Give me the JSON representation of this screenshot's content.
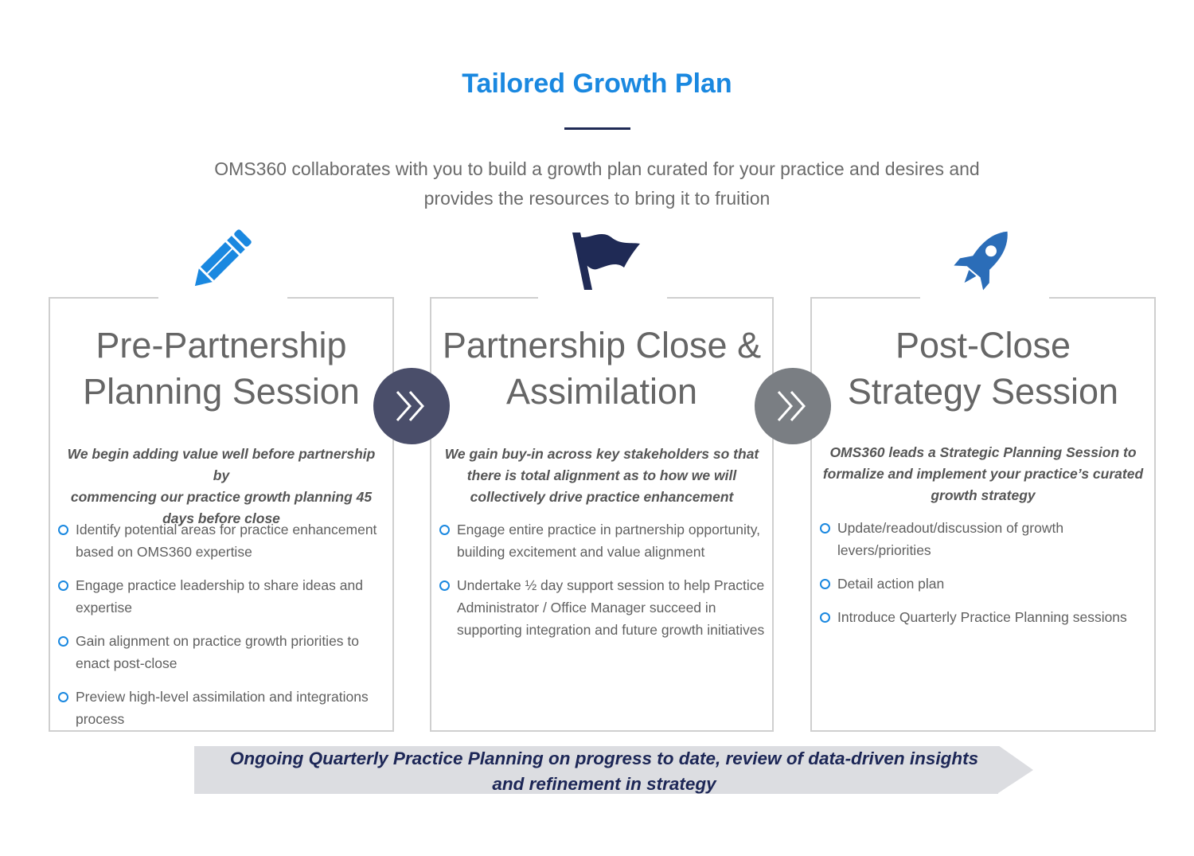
{
  "title": "Tailored Growth Plan",
  "intro": "OMS360 collaborates with you to build a growth plan curated for your practice and desires and provides the resources to bring it to fruition",
  "colors": {
    "title_blue": "#1a88e0",
    "navy": "#1f2a55",
    "rocket_blue": "#2b6db8",
    "arrow_dark": "#4a4e6a",
    "arrow_gray": "#7a7e83",
    "banner_gray": "#dcdde1"
  },
  "icons": [
    "pencil-icon",
    "flag-icon",
    "rocket-icon",
    "double-chevron-right-icon"
  ],
  "cards": [
    {
      "title_line1": "Pre-Partnership",
      "title_line2": "Planning Session",
      "lead_line1": "We begin adding value well before partnership by",
      "lead_line2": "commencing our practice growth planning 45",
      "lead_line3": "days before close",
      "bullets": [
        "Identify potential areas for practice enhancement based on OMS360 expertise",
        "Engage practice leadership to share ideas and expertise",
        "Gain alignment on practice growth priorities to enact post-close",
        "Preview high-level assimilation and integrations process"
      ]
    },
    {
      "title_line1": "Partnership Close &",
      "title_line2": "Assimilation",
      "lead_line1": "We gain buy-in across key stakeholders so that",
      "lead_line2": "there is total alignment as to how we will",
      "lead_line3": "collectively drive practice enhancement",
      "bullets": [
        "Engage entire practice in partnership opportunity, building excitement and value alignment",
        "Undertake ½ day support session to help Practice Administrator / Office Manager succeed in supporting integration and future growth initiatives"
      ]
    },
    {
      "title_line1": "Post-Close",
      "title_line2": "Strategy Session",
      "lead_line1": "OMS360 leads a Strategic Planning Session to",
      "lead_line2": "formalize and implement your practice’s curated",
      "lead_line3": "growth strategy",
      "bullets": [
        "Update/readout/discussion of growth levers/priorities",
        "Detail action plan",
        "Introduce Quarterly Practice Planning sessions"
      ]
    }
  ],
  "banner": {
    "line1": "Ongoing Quarterly Practice Planning on progress to date, review of data-driven insights",
    "line2": "and refinement in strategy"
  }
}
